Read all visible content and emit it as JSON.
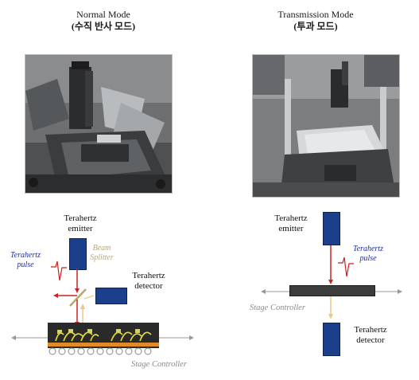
{
  "left": {
    "title_line1": "Normal Mode",
    "title_line2": "(수직 반사 모드)",
    "emitter": "Terahertz\nemitter",
    "pulse": "Terahertz\npulse",
    "splitter": "Beam\nSplitter",
    "detector": "Terahertz\ndetector",
    "stage": "Stage Controller"
  },
  "right": {
    "title_line1": "Transmission  Mode",
    "title_line2": "(투과 모드)",
    "emitter": "Terahertz\nemitter",
    "pulse": "Terahertz\npulse",
    "stage": "Stage Controller",
    "detector": "Terahertz\ndetector"
  },
  "colors": {
    "device_blue": "#1b3f8a",
    "pulse_red": "#cc2222",
    "splitter_tan": "#b7a86a",
    "label_blue": "#1f2f9a"
  }
}
